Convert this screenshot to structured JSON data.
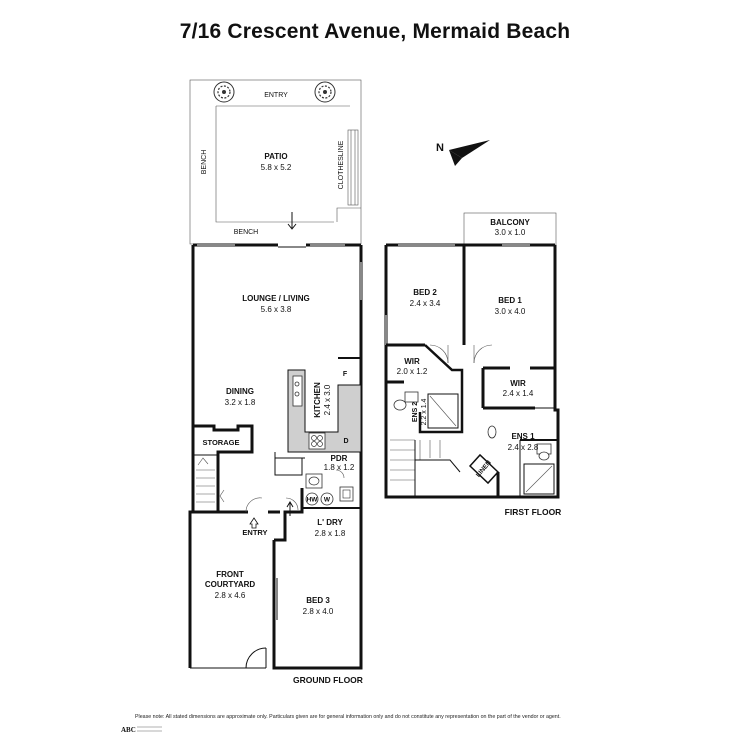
{
  "title": "7/16 Crescent Avenue, Mermaid Beach",
  "compass_label": "N",
  "ground_floor": {
    "label": "GROUND FLOOR",
    "entry_top": "ENTRY",
    "entry_front": "ENTRY",
    "bench_left": "BENCH",
    "bench_bottom": "BENCH",
    "clothesline": "CLOTHESLINE",
    "storage": "STORAGE",
    "fridge": "F",
    "dishwasher": "D",
    "washer": "W",
    "hot_water": "HW",
    "rooms": [
      {
        "name": "PATIO",
        "size": "5.8 x 5.2"
      },
      {
        "name": "LOUNGE / LIVING",
        "size": "5.6 x 3.8"
      },
      {
        "name": "DINING",
        "size": "3.2 x 1.8"
      },
      {
        "name": "KITCHEN",
        "size": "2.4 x 3.0"
      },
      {
        "name": "PDR",
        "size": "1.8 x 1.2"
      },
      {
        "name": "L' DRY",
        "size": "2.8 x 1.8"
      },
      {
        "name": "FRONT",
        "name2": "COURTYARD",
        "size": "2.8 x 4.6"
      },
      {
        "name": "BED 3",
        "size": "2.8 x 4.0"
      }
    ]
  },
  "first_floor": {
    "label": "FIRST FLOOR",
    "linen": "LINEN",
    "rooms": [
      {
        "name": "BALCONY",
        "size": "3.0 x 1.0"
      },
      {
        "name": "BED 2",
        "size": "2.4 x 3.4"
      },
      {
        "name": "BED 1",
        "size": "3.0 x 4.0"
      },
      {
        "name": "WIR",
        "size": "2.0 x 1.2"
      },
      {
        "name": "WIR",
        "size": "2.4 x 1.4"
      },
      {
        "name": "ENS 2",
        "size": "2.2 x 1.4"
      },
      {
        "name": "ENS 1",
        "size": "2.4 x 2.8"
      }
    ]
  },
  "disclaimer": "Please note: All stated dimensions are approximate only. Particulars given are for general information only and do not constitute any representation on the part of the vendor or agent.",
  "logo_text": "ABC"
}
